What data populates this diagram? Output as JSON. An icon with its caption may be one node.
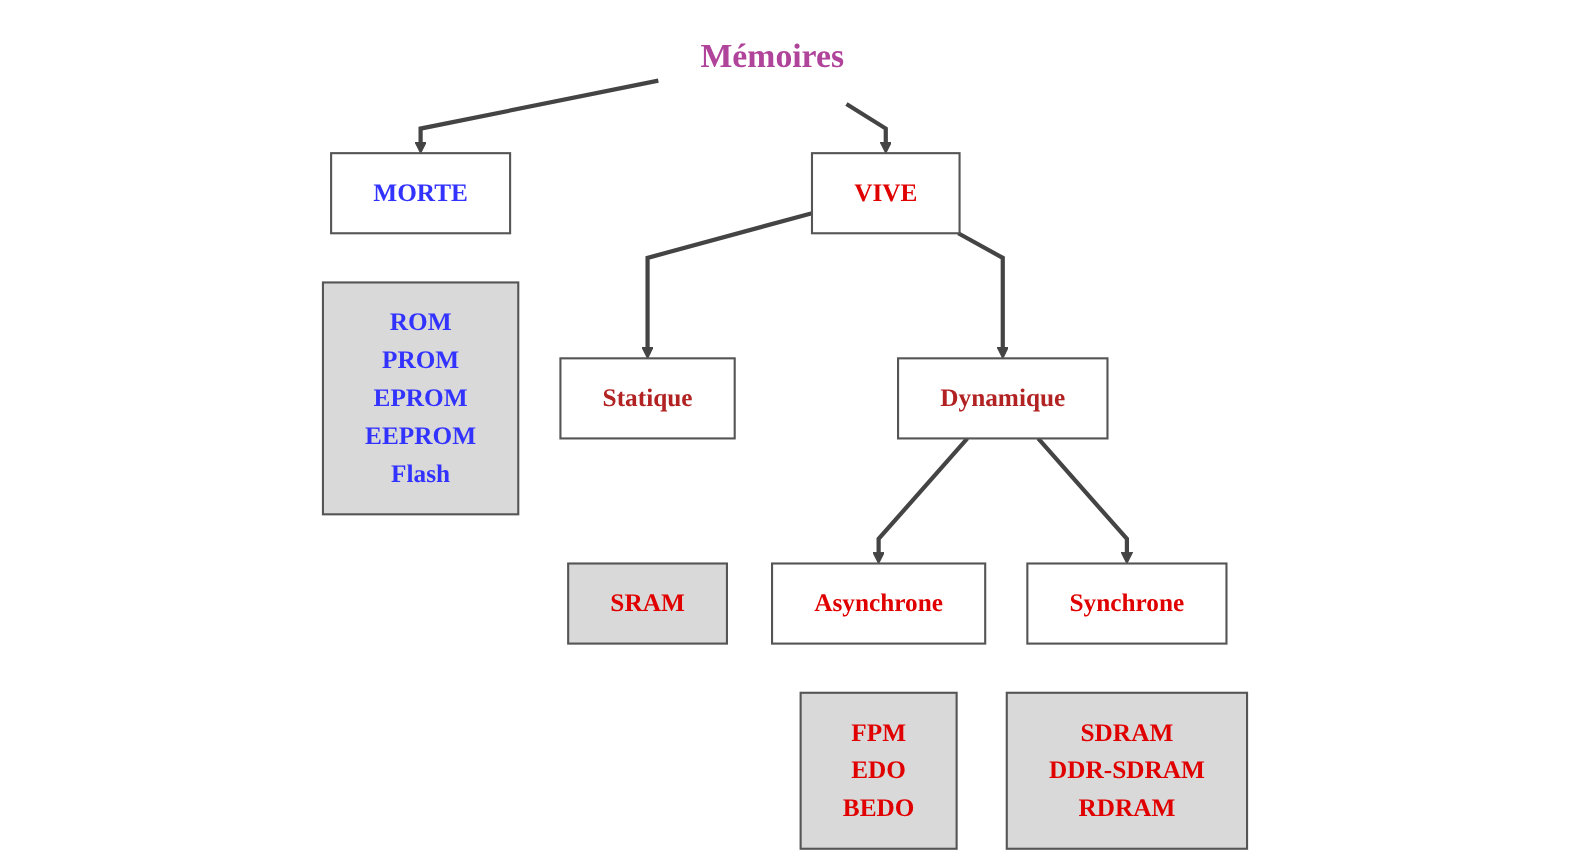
{
  "diagram": {
    "nodes": [
      {
        "text": [
          "Mémoires"
        ]
      },
      {
        "text": [
          "MORTE"
        ]
      },
      {
        "text": [
          "ROM",
          "PROM",
          "EPROM",
          "EEPROM",
          "Flash"
        ]
      },
      {
        "text": [
          "VIVE"
        ]
      },
      {
        "text": [
          "Statique"
        ]
      },
      {
        "text": [
          "SRAM"
        ]
      },
      {
        "text": [
          "Dynamique"
        ]
      },
      {
        "text": [
          "Asynchrone"
        ]
      },
      {
        "text": [
          "FPM",
          "EDO",
          "BEDO"
        ]
      },
      {
        "text": [
          "Synchrone"
        ]
      },
      {
        "text": [
          "SDRAM",
          "DDR-SDRAM",
          "RDRAM"
        ]
      }
    ],
    "edges": [
      {
        "from": 0,
        "to": 1,
        "arrow": "to"
      },
      {
        "from": 0,
        "to": 3,
        "arrow": "to"
      },
      {
        "from": 3,
        "to": 4,
        "arrow": "to"
      },
      {
        "from": 3,
        "to": 6,
        "arrow": "to"
      },
      {
        "from": 6,
        "to": 7,
        "arrow": "to"
      },
      {
        "from": 6,
        "to": 9,
        "arrow": "to"
      }
    ]
  }
}
